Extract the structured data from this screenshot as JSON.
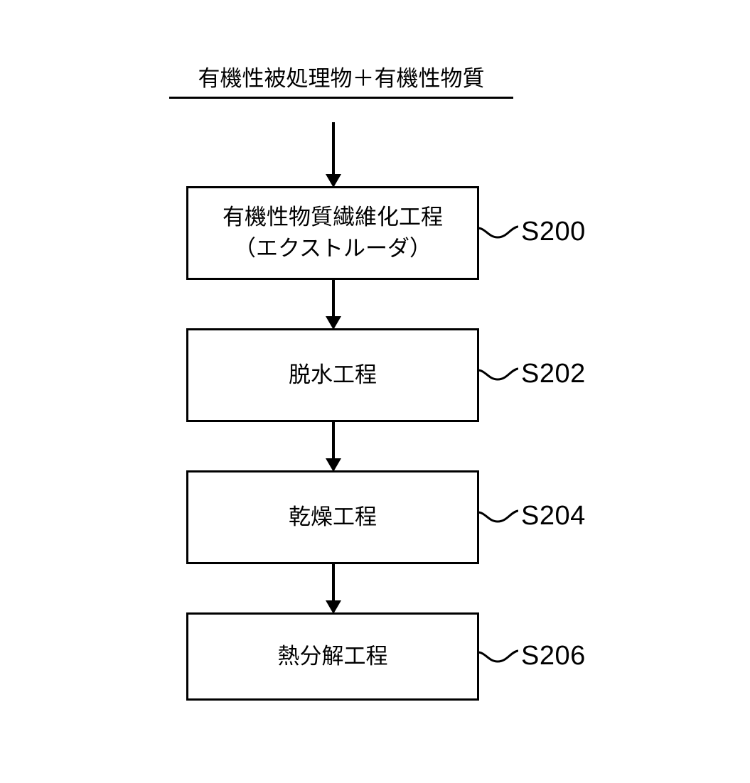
{
  "figure": {
    "type": "process-flowchart",
    "orientation": "vertical",
    "language": "ja",
    "colors": {
      "ink": "#000000",
      "background": "#ffffff"
    },
    "header": {
      "text": "有機性被処理物＋有機性物質",
      "has_underline": true
    },
    "steps": [
      {
        "ref": "S200",
        "label": "有機性物質繊維化工程\n（エクストルーダ）",
        "line1": "有機性物質繊維化工程",
        "line2": "（エクストルーダ）"
      },
      {
        "ref": "S202",
        "label": "脱水工程",
        "line1": "脱水工程",
        "line2": ""
      },
      {
        "ref": "S204",
        "label": "乾燥工程",
        "line1": "乾燥工程",
        "line2": ""
      },
      {
        "ref": "S206",
        "label": "熱分解工程",
        "line1": "熱分解工程",
        "line2": ""
      }
    ],
    "connectors": [
      {
        "from": "header",
        "to": "S200",
        "style": "solid-arrow-down"
      },
      {
        "from": "S200",
        "to": "S202",
        "style": "solid-arrow-down"
      },
      {
        "from": "S202",
        "to": "S204",
        "style": "solid-arrow-down"
      },
      {
        "from": "S204",
        "to": "S206",
        "style": "solid-arrow-down"
      }
    ]
  }
}
